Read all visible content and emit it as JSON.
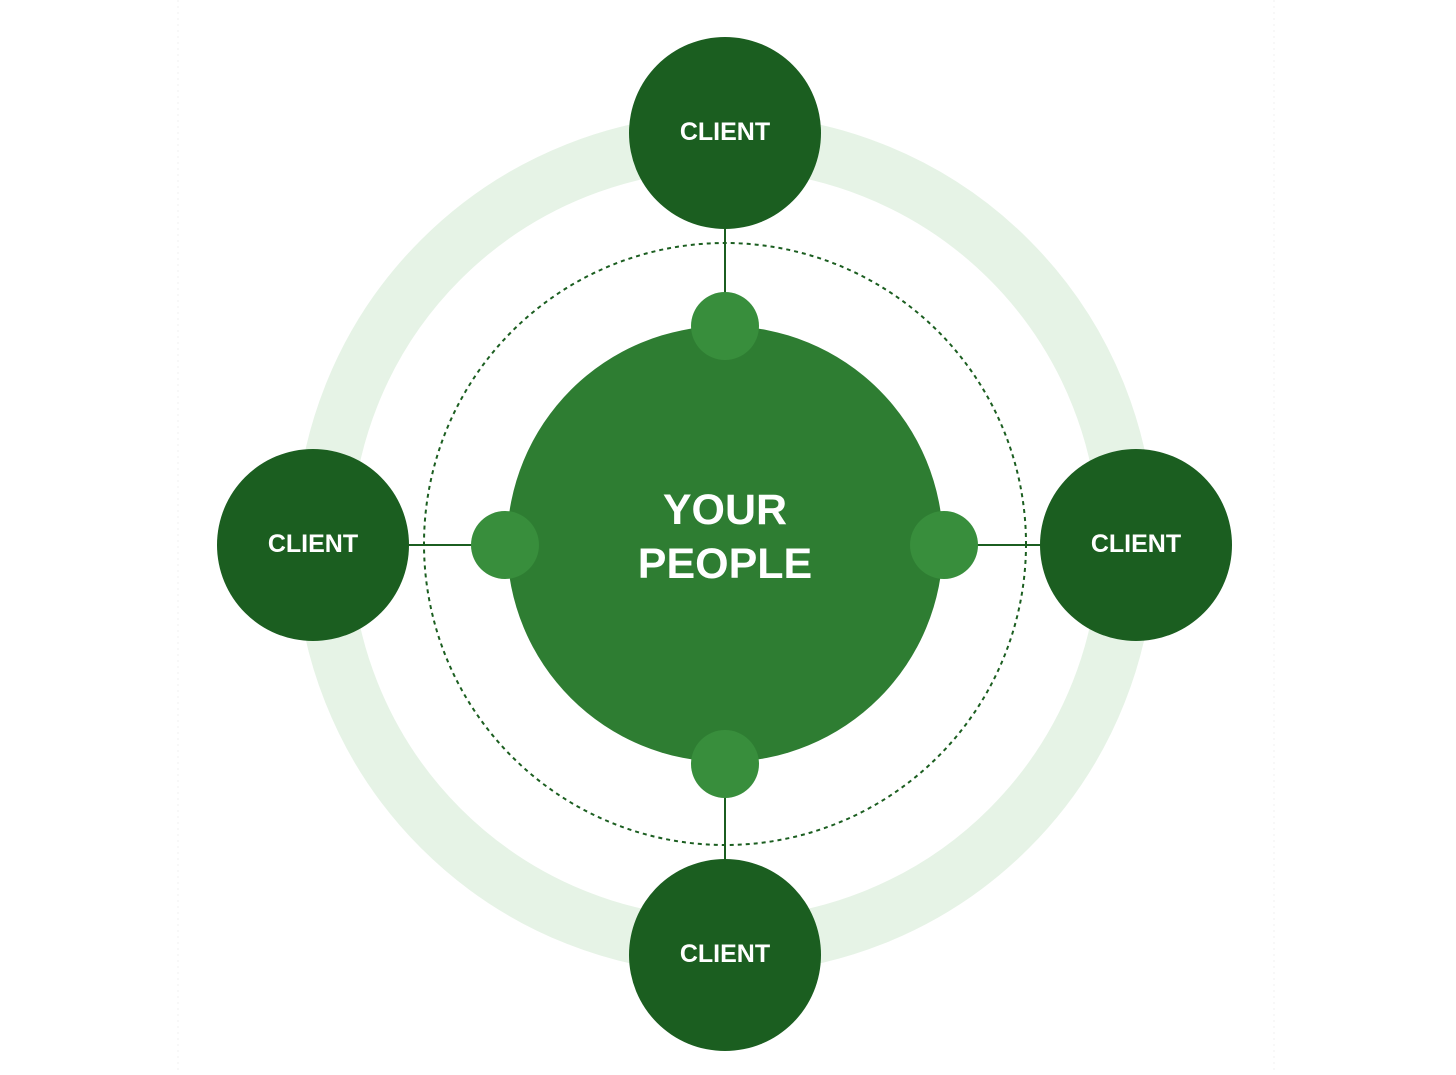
{
  "diagram": {
    "center": {
      "label_line1": "YOUR",
      "label_line2": "PEOPLE"
    },
    "clients": [
      {
        "position": "top",
        "label": "CLIENT"
      },
      {
        "position": "left",
        "label": "CLIENT"
      },
      {
        "position": "right",
        "label": "CLIENT"
      },
      {
        "position": "bottom",
        "label": "CLIENT"
      }
    ],
    "colors": {
      "outer_ring": "#e6f3e6",
      "dashed_ring": "#1b5e20",
      "center_circle": "#2e7d32",
      "connector_nodes": "#388e3c",
      "client_circles": "#1b5e20",
      "connector_lines": "#1b5e20",
      "label_text": "#ffffff"
    }
  }
}
